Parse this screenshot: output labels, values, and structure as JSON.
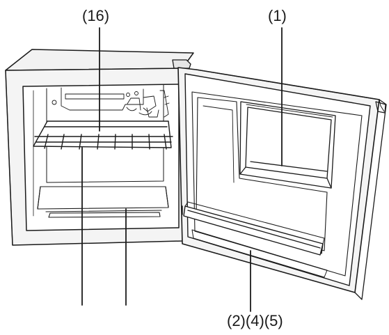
{
  "callouts": {
    "freezer_shelf": "(16)",
    "door_top_compartment": "(1)",
    "door_bottom_shelf": "(2)(4)(5)"
  },
  "colors": {
    "line": "#1a1a1a",
    "background": "#ffffff",
    "cabinet_fill": "#f4f4f4",
    "interior_fill": "#ffffff"
  }
}
